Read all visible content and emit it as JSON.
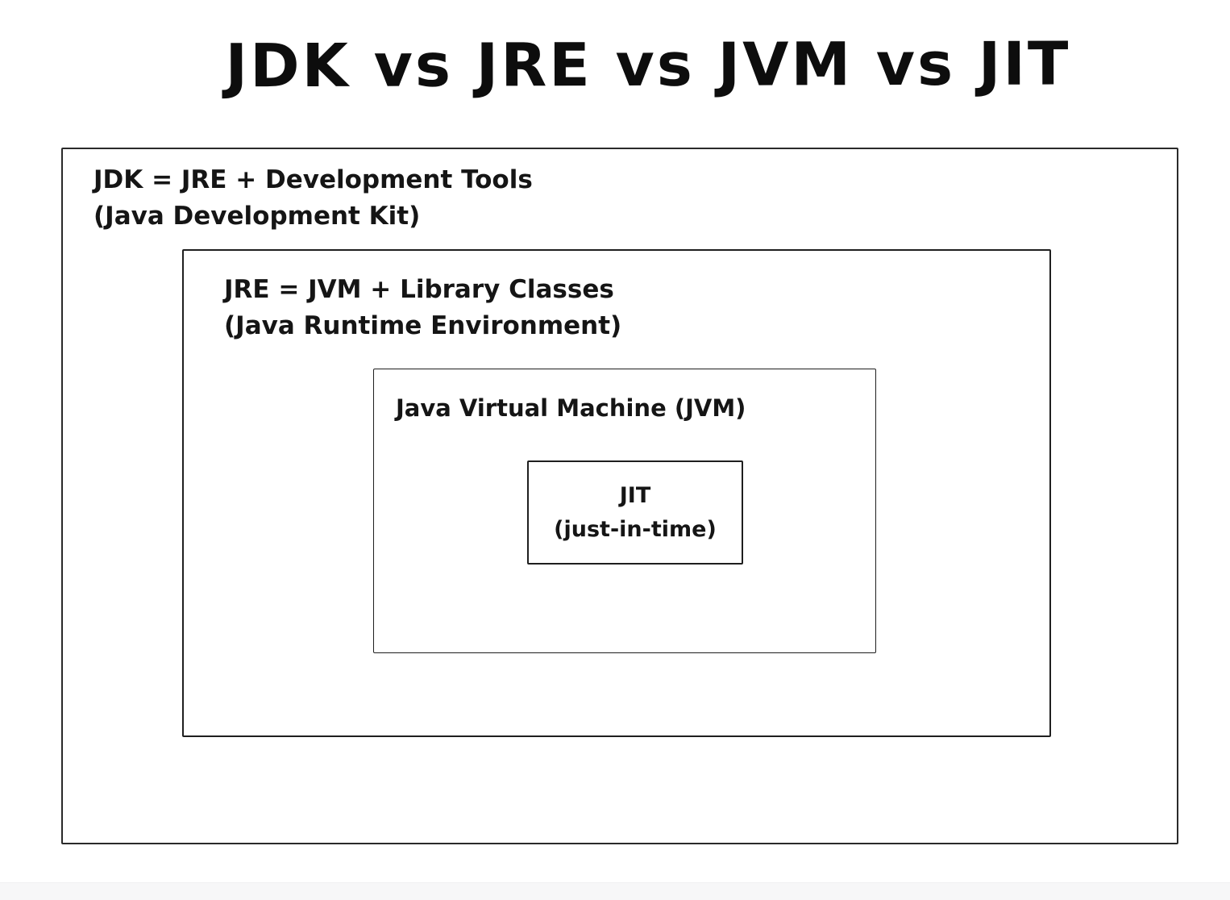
{
  "page": {
    "title": "JDK vs JRE vs JVM vs JIT"
  },
  "diagram": {
    "jdk_box": {
      "label_line1": "JDK = JRE + Development Tools",
      "label_line2": "(Java Development Kit)"
    },
    "jre_box": {
      "label_line1": "JRE = JVM + Library Classes",
      "label_line2": "(Java Runtime Environment)"
    },
    "jvm_box": {
      "label": "Java Virtual Machine (JVM)"
    },
    "jit_box": {
      "label_line1": "JIT",
      "label_line2": "(just-in-time)"
    }
  },
  "colors": {
    "stroke": "#1f1f1f",
    "text": "#151515",
    "background": "#ffffff"
  }
}
